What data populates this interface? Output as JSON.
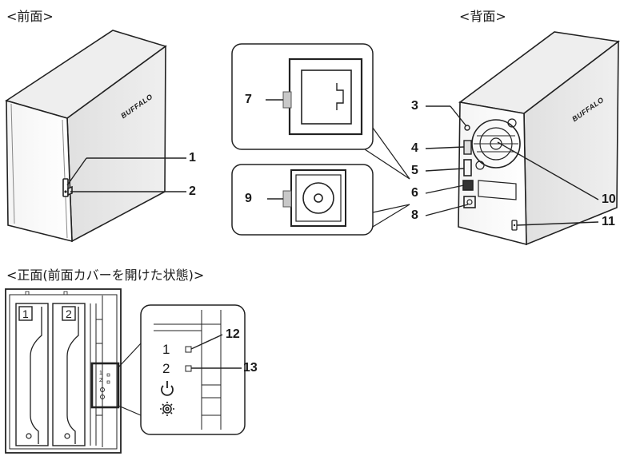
{
  "headings": {
    "front": "<前面>",
    "back": "<背面>",
    "open": "<正面(前面カバーを開けた状態)>"
  },
  "brand": "BUFFALO",
  "callouts": {
    "c1": "1",
    "c2": "2",
    "c3": "3",
    "c4": "4",
    "c5": "5",
    "c6": "6",
    "c7": "7",
    "c8": "8",
    "c9": "9",
    "c10": "10",
    "c11": "11",
    "c12": "12",
    "c13": "13"
  },
  "bays": {
    "bay1": "1",
    "bay2": "2"
  },
  "panel": {
    "led1": "1",
    "led2": "2",
    "mini1": "1",
    "mini2": "2"
  },
  "icons": [
    "power-icon",
    "gear-icon",
    "drive-icon",
    "lock-icon",
    "fan-icon"
  ]
}
